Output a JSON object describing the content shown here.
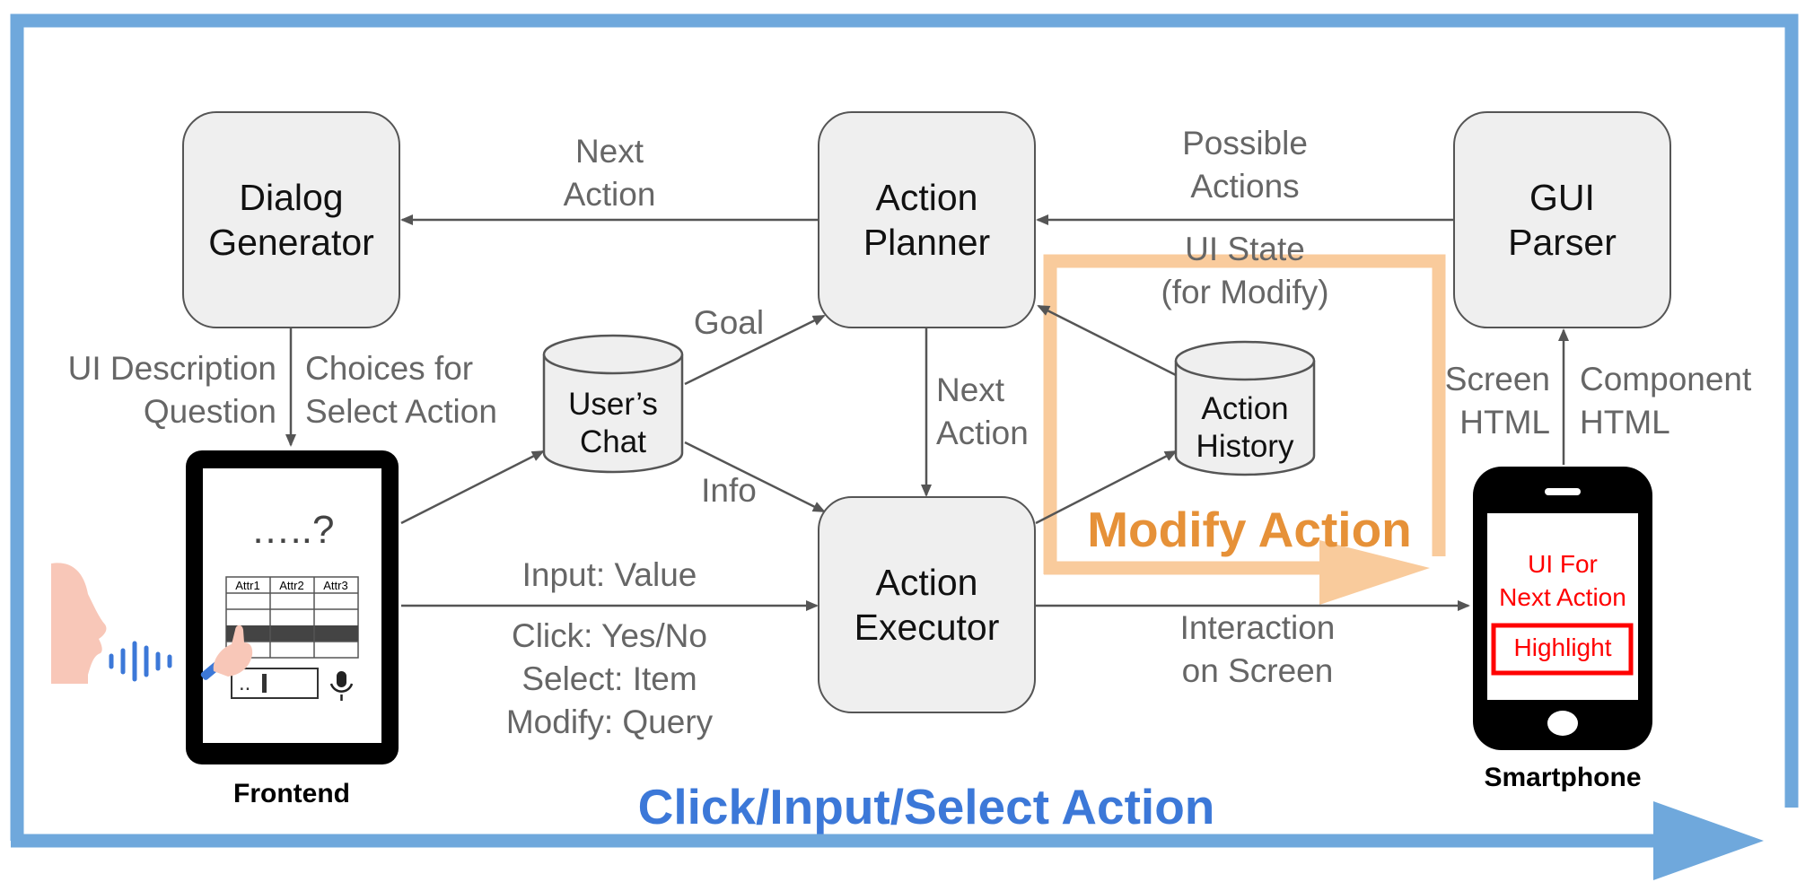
{
  "nodes": {
    "dialog_generator": "Dialog\nGenerator",
    "action_planner": "Action\nPlanner",
    "gui_parser": "GUI\nParser",
    "action_executor": "Action\nExecutor",
    "users_chat": "User’s\nChat",
    "action_history": "Action\nHistory"
  },
  "edges": {
    "next_action_top": "Next\nAction",
    "possible_actions": "Possible\nActions",
    "ui_state": "UI State\n(for Modify)",
    "goal": "Goal",
    "info": "Info",
    "next_action_mid": "Next\nAction",
    "ui_description": "UI Description\nQuestion",
    "choices": "Choices for\nSelect Action",
    "input_value": "Input: Value",
    "commands": "Click: Yes/No\nSelect: Item\nModify: Query",
    "interaction": "Interaction\non Screen",
    "screen_html": "Screen\nHTML",
    "component_html": "Component\nHTML"
  },
  "frontend": {
    "label": "Frontend",
    "prompt": "…..?",
    "columns": [
      "Attr1",
      "Attr2",
      "Attr3"
    ],
    "input_text": ".."
  },
  "smartphone": {
    "label": "Smartphone",
    "screen_text": "UI For\nNext Action",
    "highlight": "Highlight"
  },
  "loops": {
    "modify_action": "Modify Action",
    "click_input_select": "Click/Input/Select Action"
  },
  "colors": {
    "blue_loop": "#6fa8dc",
    "blue_text": "#3c78d8",
    "orange_loop": "#f9cb9c",
    "orange_text": "#e69138",
    "red": "#ff0000",
    "box_fill": "#efefef",
    "label_gray": "#666666"
  }
}
